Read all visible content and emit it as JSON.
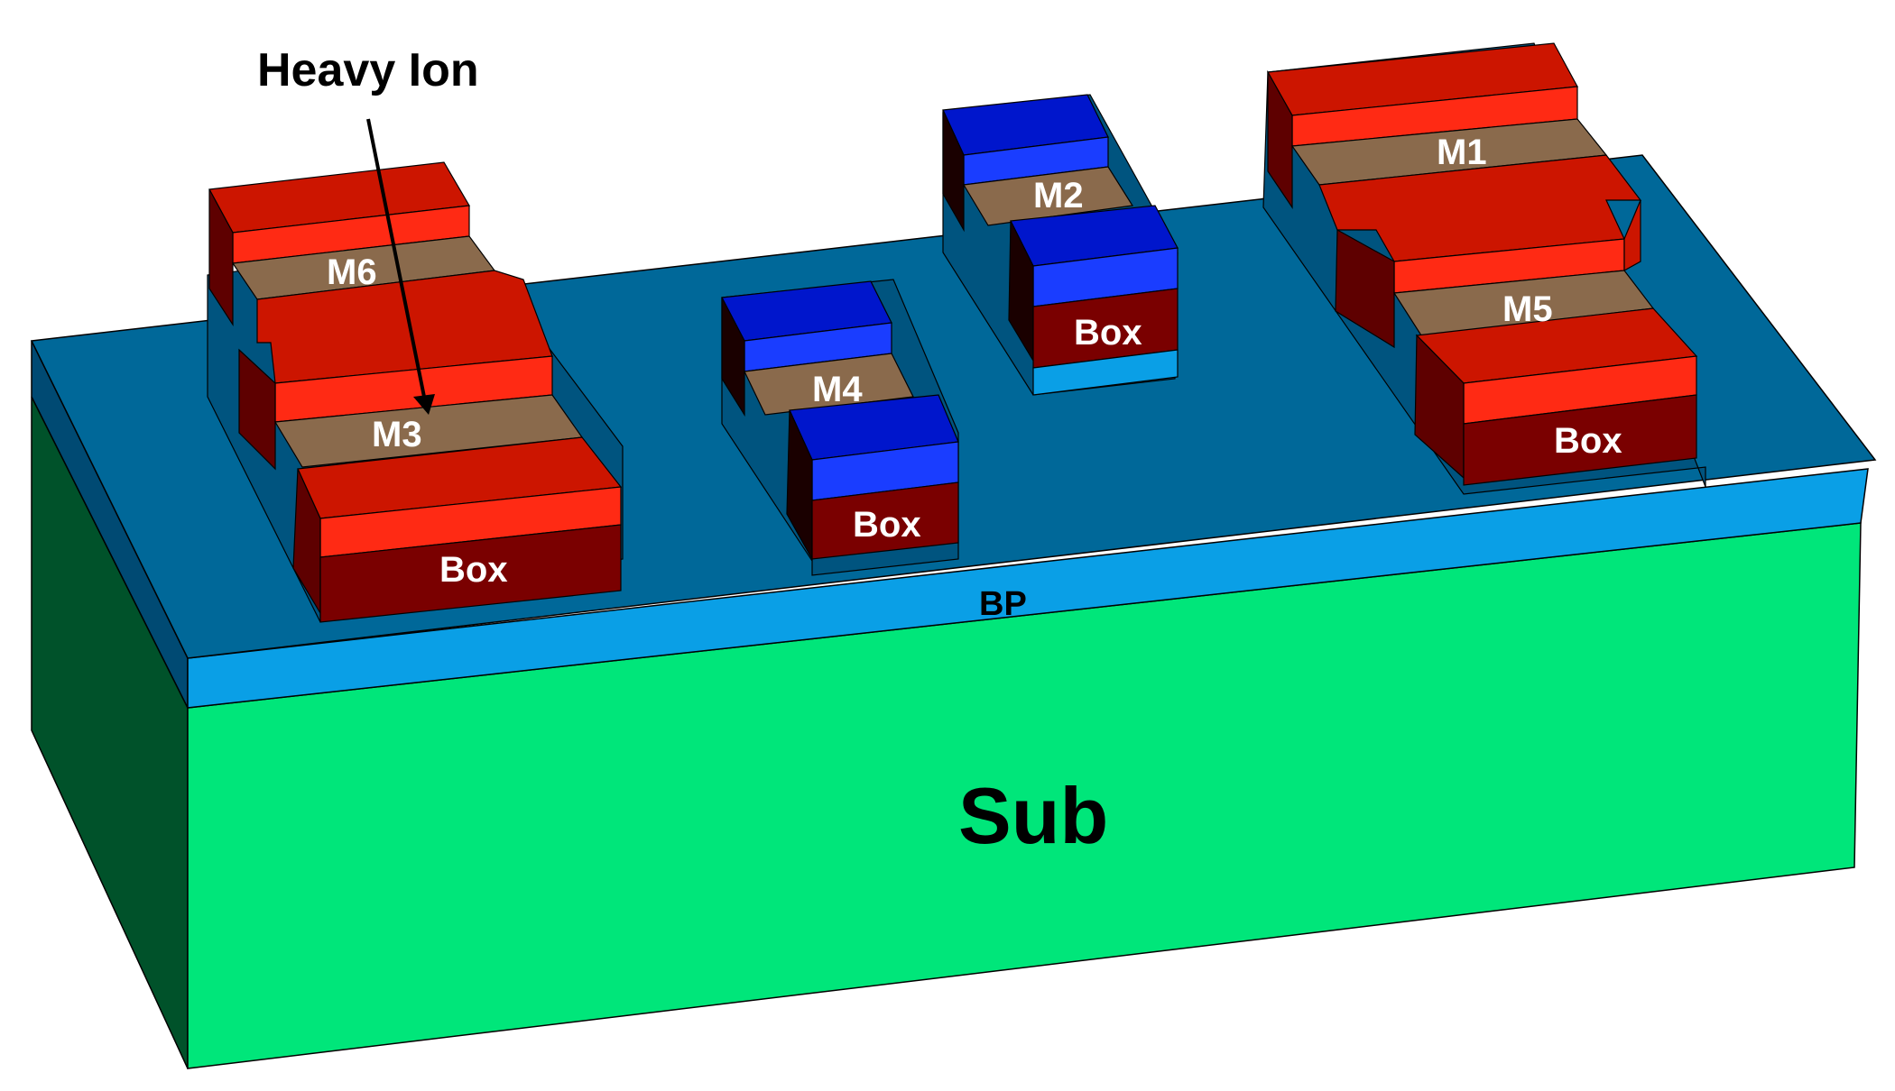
{
  "labels": {
    "heavy_ion": "Heavy Ion",
    "substrate": "Sub",
    "buried_plane": "BP",
    "transistors": {
      "m1": "M1",
      "m2": "M2",
      "m3": "M3",
      "m4": "M4",
      "m5": "M5",
      "m6": "M6"
    },
    "box": "Box"
  },
  "colors": {
    "substrate_front": "#00e67a",
    "substrate_side": "#00522a",
    "bp_top": "#006899",
    "bp_front": "#0a9fe6",
    "nmos_red": "#cc1500",
    "nmos_red_light": "#ff2a14",
    "pmos_blue": "#0016cc",
    "pmos_blue_light": "#1a3dff",
    "gate_brown": "#8a6a4c",
    "box_dark": "#7a0000"
  }
}
